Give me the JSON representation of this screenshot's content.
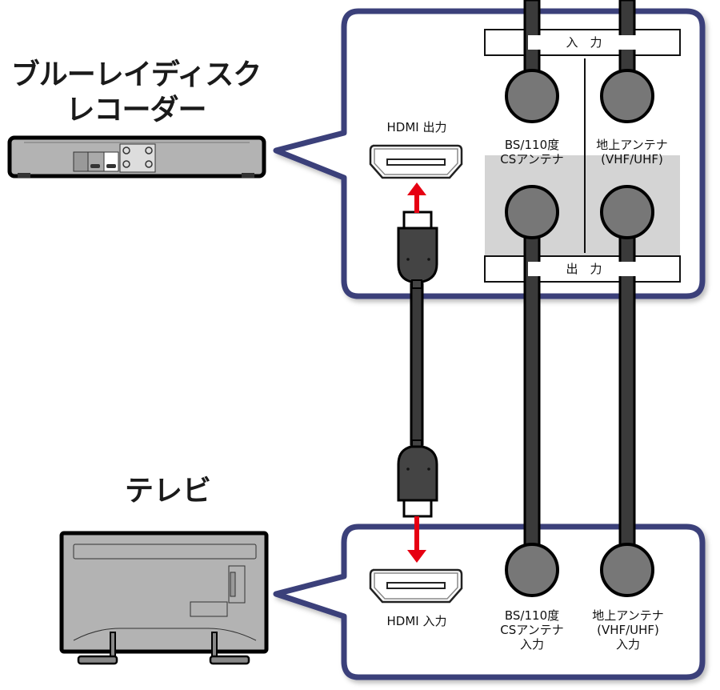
{
  "devices": {
    "recorder": {
      "title_line1": "ブルーレイディスク",
      "title_line2": "レコーダー"
    },
    "tv": {
      "title": "テレビ"
    }
  },
  "recorder_panel": {
    "hdmi_label": "HDMI 出力",
    "input_bar_label": "入　力",
    "output_bar_label": "出　力",
    "bs_label_line1": "BS/110度",
    "bs_label_line2": "CSアンテナ",
    "terrestrial_label_line1": "地上アンテナ",
    "terrestrial_label_line2": "(VHF/UHF)"
  },
  "tv_panel": {
    "hdmi_label": "HDMI 入力",
    "bs_label_line1": "BS/110度",
    "bs_label_line2": "CSアンテナ",
    "bs_label_line3": "入力",
    "terrestrial_label_line1": "地上アンテナ",
    "terrestrial_label_line2": "(VHF/UHF)",
    "terrestrial_label_line3": "入力"
  },
  "colors": {
    "panel_border": "#3b3f7a",
    "arrow": "#e60012",
    "cable": "#3a3a3a",
    "connector_gray": "#777777",
    "device_gray": "#b3b3b3",
    "output_area_gray": "#d4d4d4"
  }
}
